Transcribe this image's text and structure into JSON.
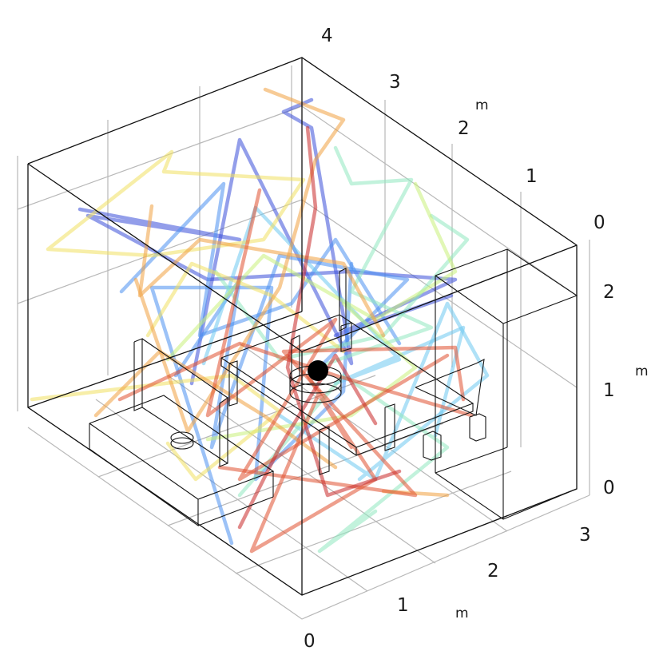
{
  "axes": {
    "z": {
      "ticks": [
        "4",
        "3",
        "2",
        "1",
        "0"
      ],
      "unit": "m"
    },
    "x": {
      "ticks": [
        "0",
        "2",
        "1"
      ],
      "unit": "m"
    },
    "y": {
      "ticks": [
        "0",
        "1",
        "2",
        "3"
      ],
      "unit": "m"
    }
  },
  "source": {
    "color": "#000000",
    "icon": "point-source-dot"
  },
  "ray_colors": [
    "#3b4fd8",
    "#4a8ff0",
    "#6ec8f0",
    "#8fe8c0",
    "#c8f07a",
    "#f0e060",
    "#f0a040",
    "#e05030",
    "#c82828"
  ]
}
